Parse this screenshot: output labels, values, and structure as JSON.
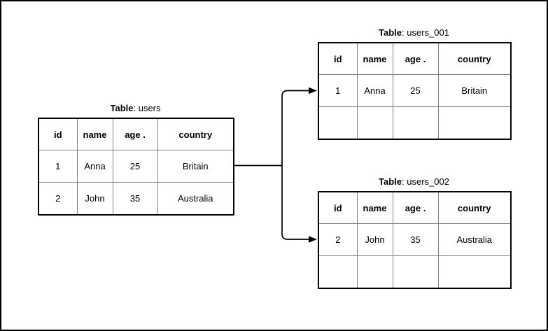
{
  "diagram": {
    "description": "source table split into two partition tables",
    "colors": {
      "line": "#000000",
      "grid": "#808080",
      "background": "#ffffff",
      "text": "#000000"
    },
    "connections": [
      {
        "from": "users",
        "to": "users_001"
      },
      {
        "from": "users",
        "to": "users_002"
      }
    ]
  },
  "tables": [
    {
      "id": "users",
      "title_bold": "Table",
      "title_rest": ": users",
      "columns": [
        "id",
        "name",
        "age .",
        "country"
      ],
      "rows": [
        [
          "1",
          "Anna",
          "25",
          "Britain"
        ],
        [
          "2",
          "John",
          "35",
          "Australia"
        ]
      ]
    },
    {
      "id": "users_001",
      "title_bold": "Table",
      "title_rest": ": users_001",
      "columns": [
        "id",
        "name",
        "age .",
        "country"
      ],
      "rows": [
        [
          "1",
          "Anna",
          "25",
          "Britain"
        ],
        [
          "",
          "",
          "",
          ""
        ]
      ]
    },
    {
      "id": "users_002",
      "title_bold": "Table",
      "title_rest": ": users_002",
      "columns": [
        "id",
        "name",
        "age .",
        "country"
      ],
      "rows": [
        [
          "2",
          "John",
          "35",
          "Australia"
        ],
        [
          "",
          "",
          "",
          ""
        ]
      ]
    }
  ]
}
